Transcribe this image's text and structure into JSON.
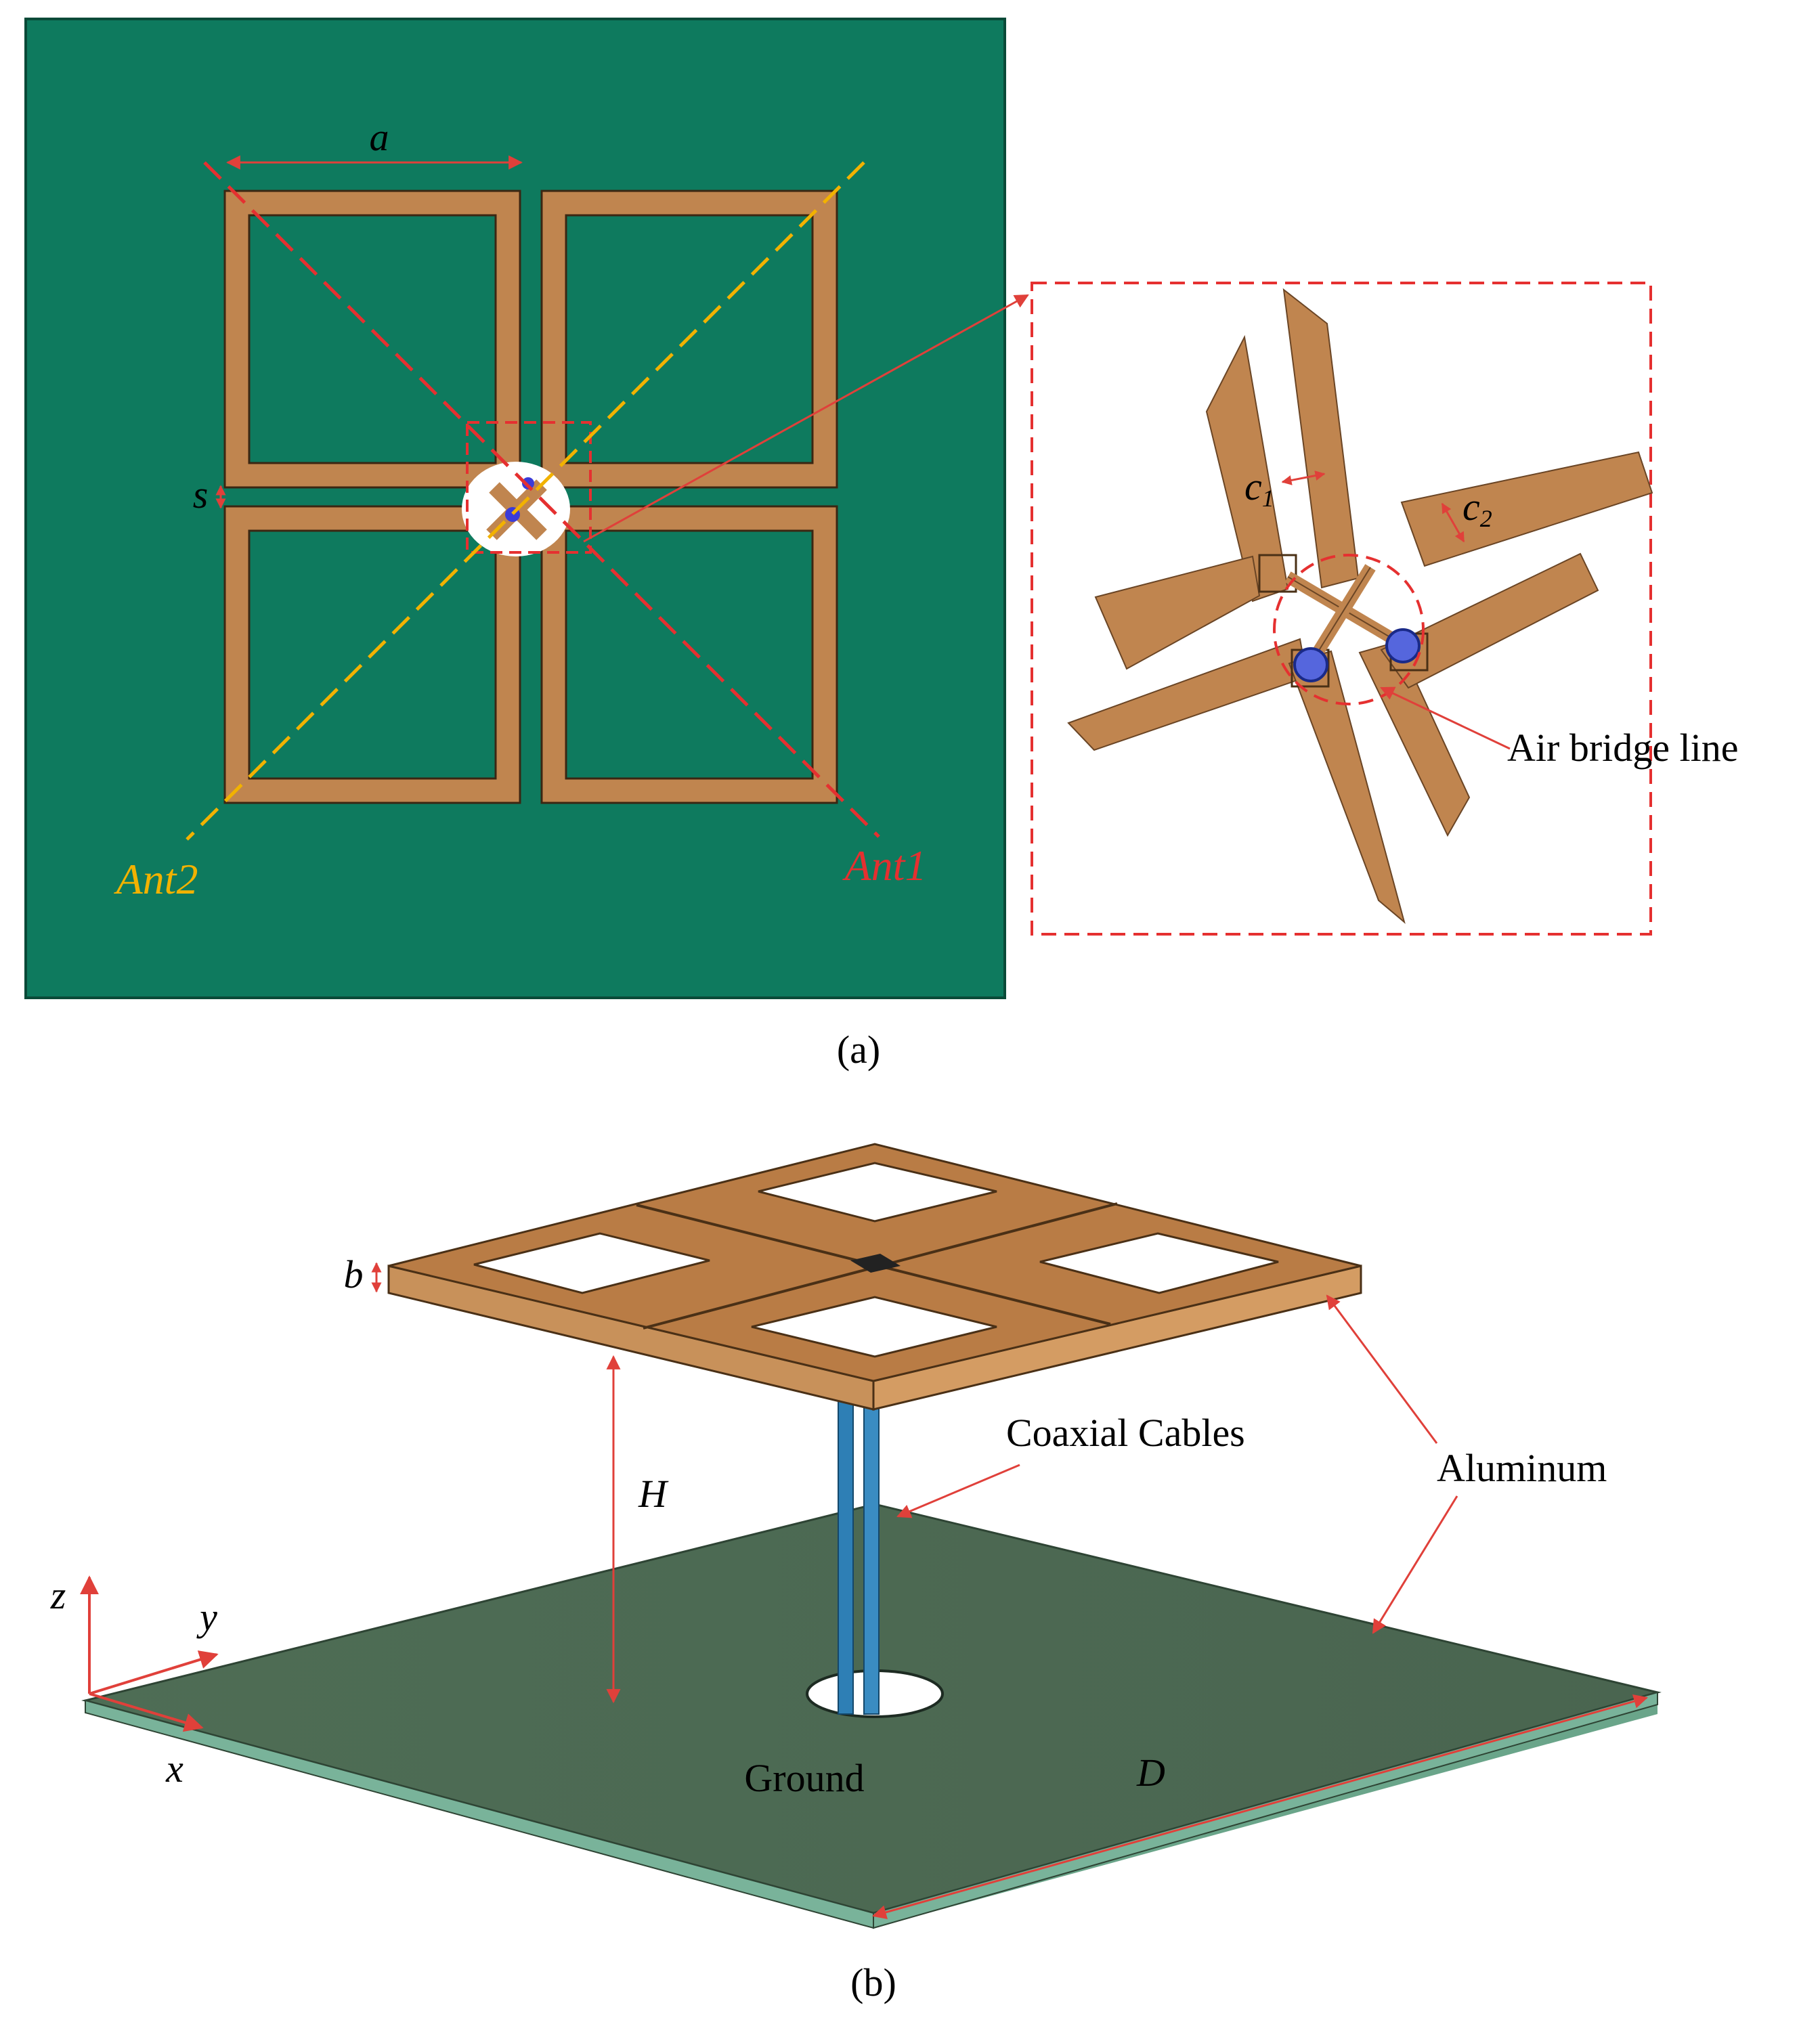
{
  "panel_a": {
    "label_a": "a",
    "label_s": "s",
    "label_c1_main": "c",
    "label_c1_sub": "1",
    "label_c2_main": "c",
    "label_c2_sub": "2",
    "ant1": "Ant1",
    "ant2": "Ant2",
    "air_bridge": "Air bridge line",
    "caption": "(a)"
  },
  "panel_b": {
    "label_b": "b",
    "label_H": "H",
    "label_D": "D",
    "coax": "Coaxial Cables",
    "aluminum": "Aluminum",
    "ground": "Ground",
    "axis_x": "x",
    "axis_y": "y",
    "axis_z": "z",
    "caption": "(b)"
  },
  "colors": {
    "substrate": "#0e7a5e",
    "copper": "#c0854f",
    "ground_plate": "#4e6b52",
    "coax": "#2e7fb5",
    "ant1_line": "#e53030",
    "ant2_line": "#f2b200",
    "annotation": "#e0403a"
  }
}
